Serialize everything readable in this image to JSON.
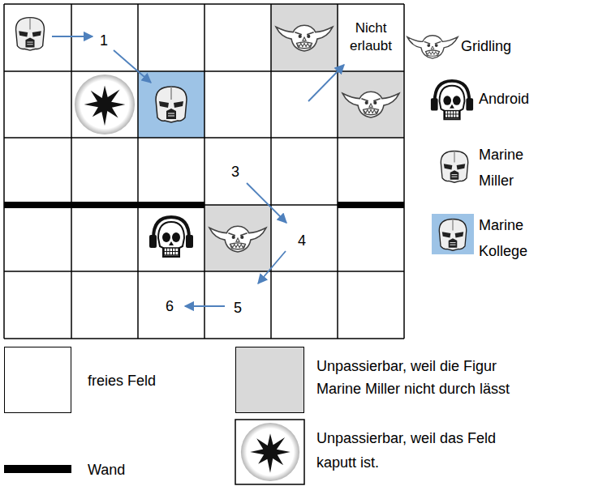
{
  "diagram": {
    "labels": [
      "1",
      "Nicht erlaubt",
      "3",
      "4",
      "5",
      "6"
    ],
    "legend": [
      {
        "text": "Gridling"
      },
      {
        "text": "Android"
      },
      {
        "text": "Marine Miller"
      },
      {
        "text": "Marine Kollege"
      },
      {
        "text": "freies Feld",
        "color": "#ffffff"
      },
      {
        "text": "Unpassierbar, weil die Figur Marine Miller nicht durch lässt",
        "color": "#d9d9d9"
      },
      {
        "text": "Wand"
      },
      {
        "text": "Unpassierbar, weil das Feld kaputt ist."
      }
    ]
  }
}
